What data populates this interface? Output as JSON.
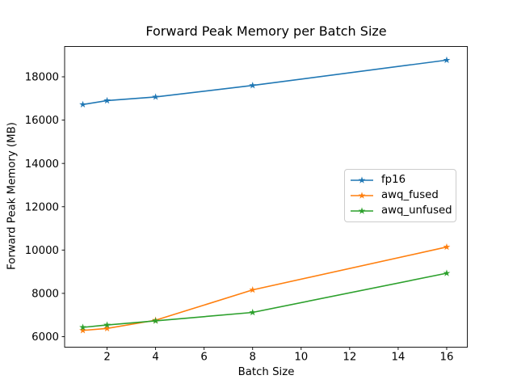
{
  "figure": {
    "background": "#ffffff"
  },
  "chart_data": {
    "type": "line",
    "title": "Forward Peak Memory per Batch Size",
    "xlabel": "Batch Size",
    "ylabel": "Forward Peak Memory (MB)",
    "x": [
      1,
      2,
      4,
      8,
      16
    ],
    "series": [
      {
        "name": "fp16",
        "color": "#1f77b4",
        "marker": "star",
        "values": [
          16720,
          16900,
          17070,
          17600,
          18770
        ]
      },
      {
        "name": "awq_fused",
        "color": "#ff7f0e",
        "marker": "star",
        "values": [
          6290,
          6380,
          6760,
          8160,
          10140
        ]
      },
      {
        "name": "awq_unfused",
        "color": "#2ca02c",
        "marker": "star",
        "values": [
          6430,
          6540,
          6730,
          7120,
          8930
        ]
      }
    ],
    "xticks": [
      2,
      4,
      6,
      8,
      10,
      12,
      14,
      16
    ],
    "yticks": [
      6000,
      8000,
      10000,
      12000,
      14000,
      16000,
      18000
    ],
    "xlim": [
      0.25,
      16.85
    ],
    "ylim": [
      5515,
      19400
    ],
    "grid": false,
    "legend": {
      "position": "center right",
      "entries": [
        "fp16",
        "awq_fused",
        "awq_unfused"
      ]
    },
    "colors": {
      "spine": "#000000",
      "text": "#000000",
      "legend_border": "#cccccc"
    }
  }
}
